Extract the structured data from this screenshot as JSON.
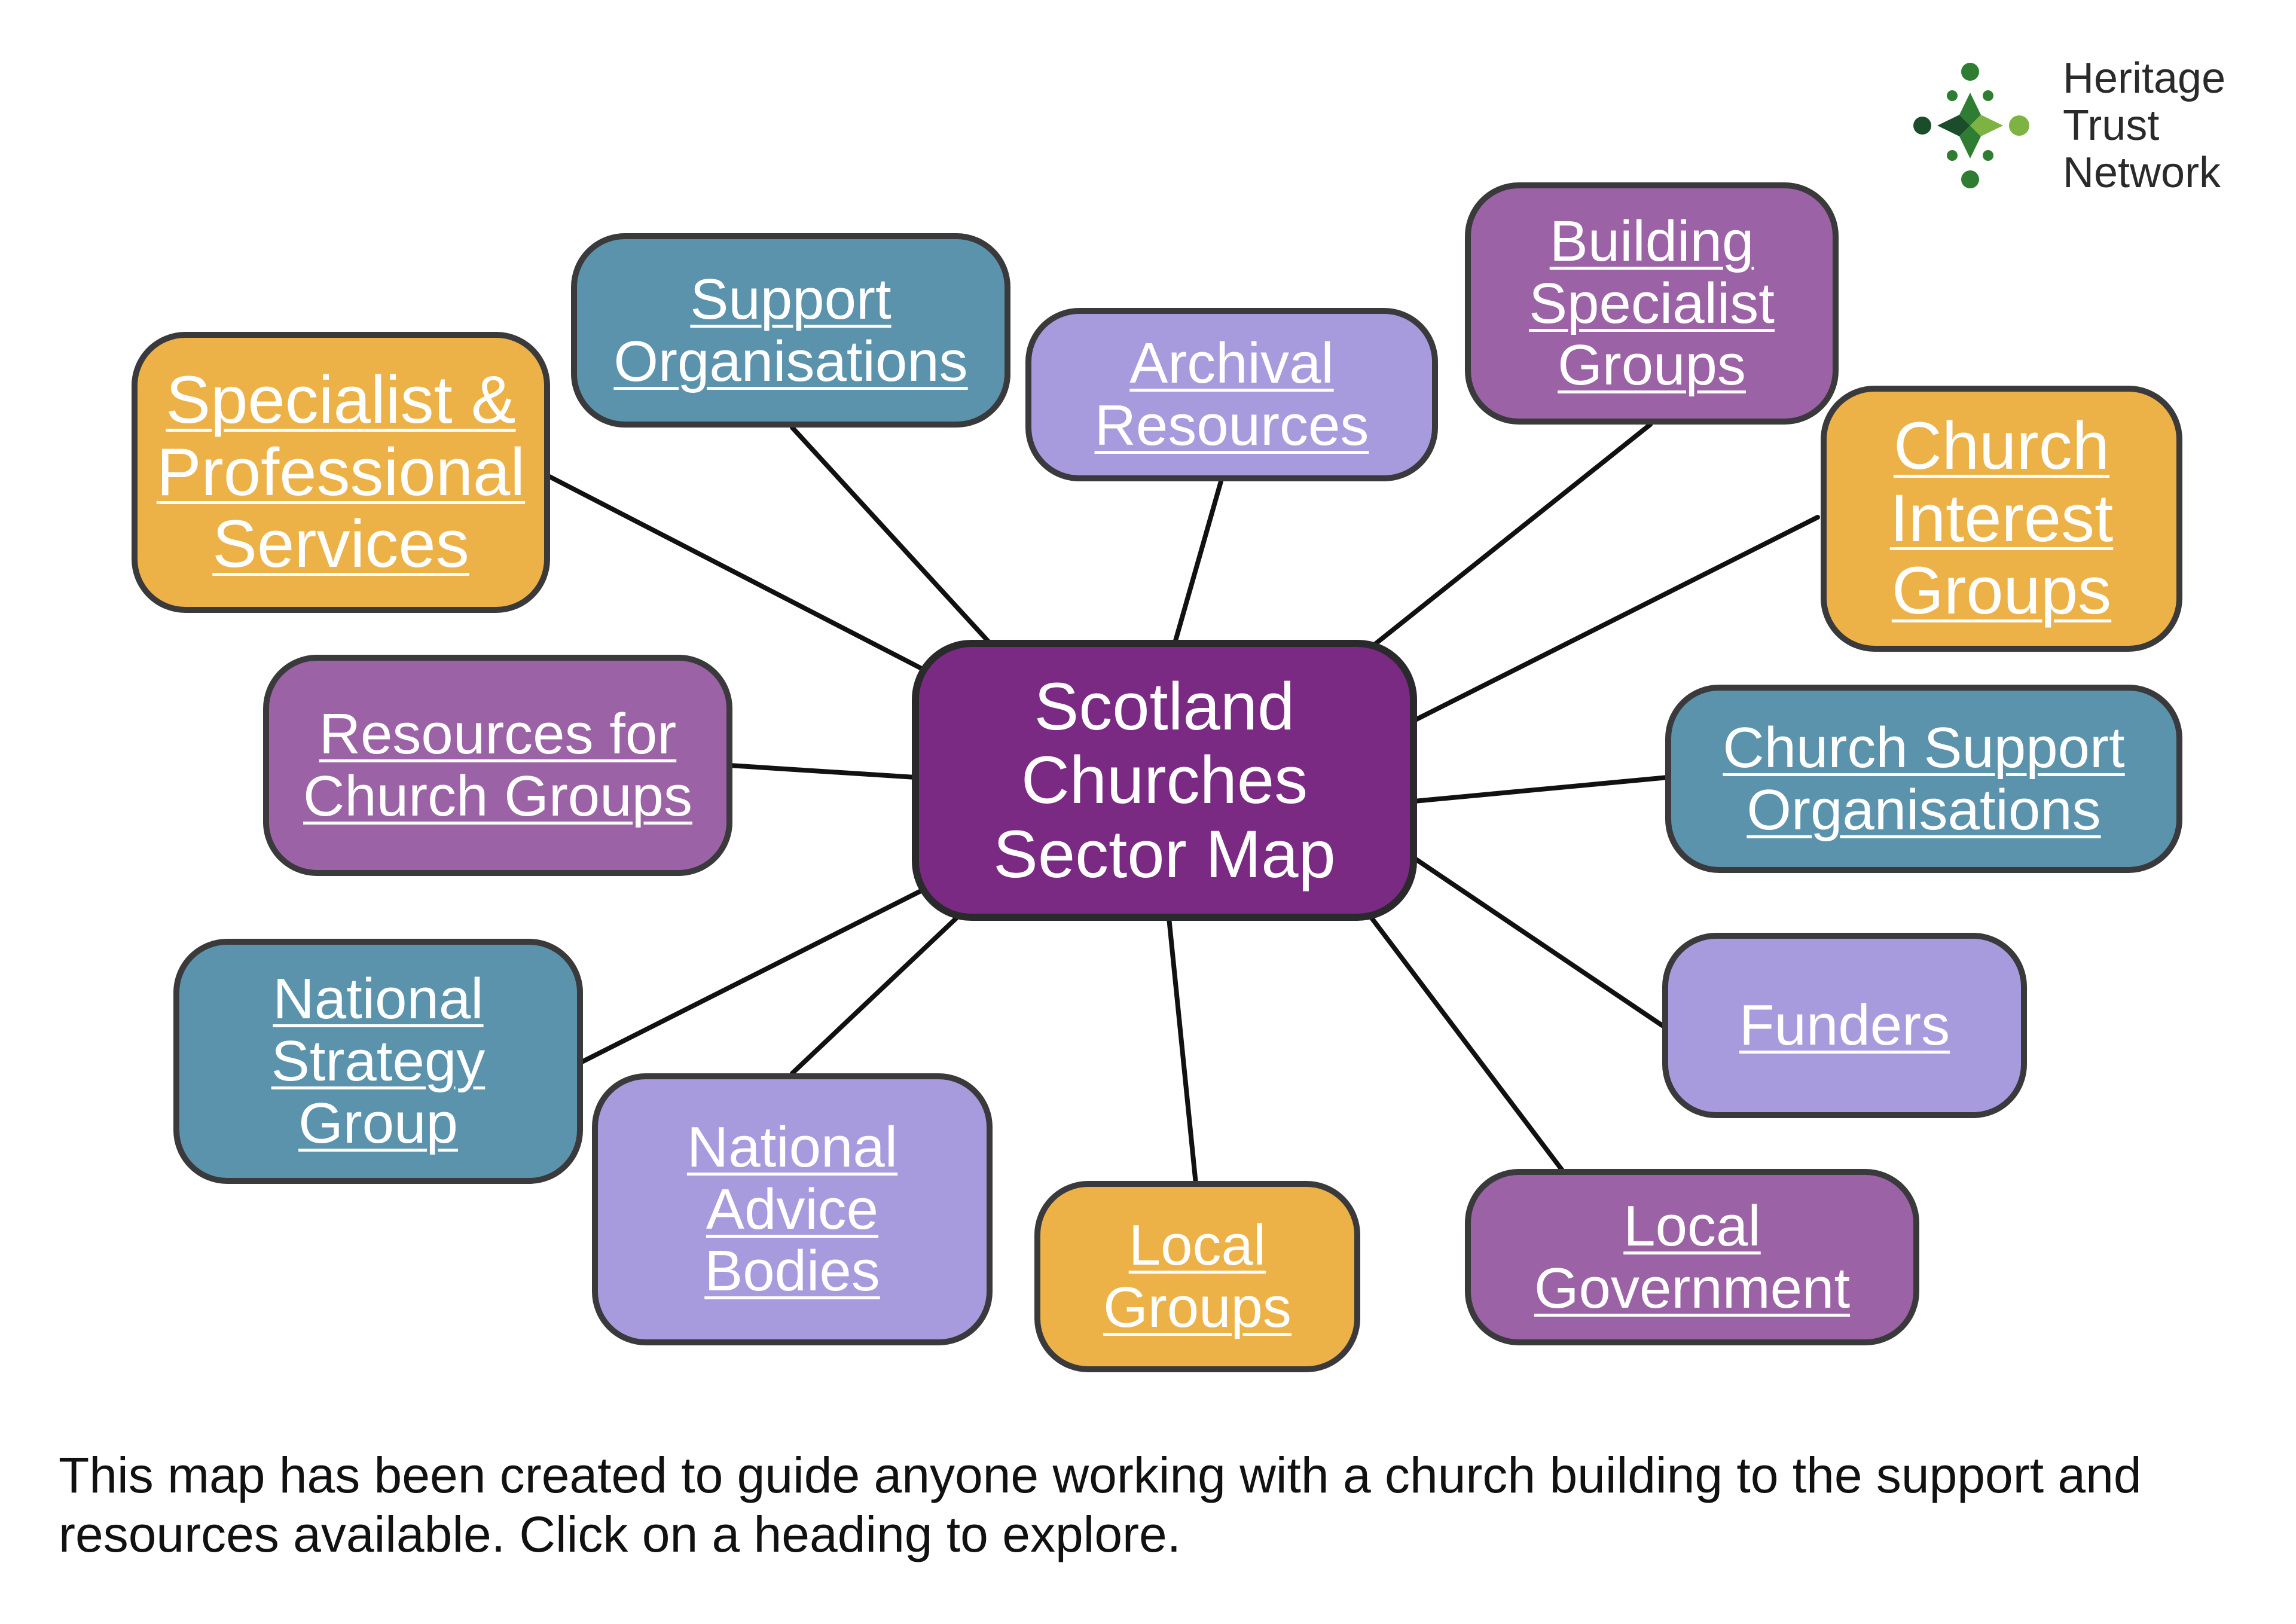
{
  "center": {
    "title": "Scotland\nChurches\nSector Map",
    "color": "#7a2a82"
  },
  "nodes": {
    "specialist_professional": {
      "label": "Specialist &\nProfessional\nServices",
      "color": "#edb247"
    },
    "support_organisations": {
      "label": "Support\nOrganisations",
      "color": "#5b93ad"
    },
    "archival_resources": {
      "label": "Archival\nResources",
      "color": "#a89bdd"
    },
    "building_specialist": {
      "label": "Building\nSpecialist\nGroups",
      "color": "#9c62a6"
    },
    "church_interest": {
      "label": "Church\nInterest\nGroups",
      "color": "#edb247"
    },
    "resources_church_groups": {
      "label": "Resources for\nChurch Groups",
      "color": "#9c62a6"
    },
    "church_support_orgs": {
      "label": "Church Support\nOrganisations",
      "color": "#5b93ad"
    },
    "funders": {
      "label": "Funders",
      "color": "#a89bdd"
    },
    "national_strategy": {
      "label": "National\nStrategy\nGroup",
      "color": "#5b93ad"
    },
    "national_advice": {
      "label": "National\nAdvice\nBodies",
      "color": "#a89bdd"
    },
    "local_groups": {
      "label": "Local\nGroups",
      "color": "#edb247"
    },
    "local_government": {
      "label": "Local\nGovernment",
      "color": "#9c62a6"
    }
  },
  "logo": {
    "text": "Heritage\nTrust\nNetwork",
    "icon": "heritage-trust-network-logo-icon",
    "colors": [
      "#2e7d32",
      "#1b4d2a",
      "#7cb342"
    ]
  },
  "caption": "This map has been created to guide anyone working with a church building to the support and resources available. Click on a heading to explore."
}
